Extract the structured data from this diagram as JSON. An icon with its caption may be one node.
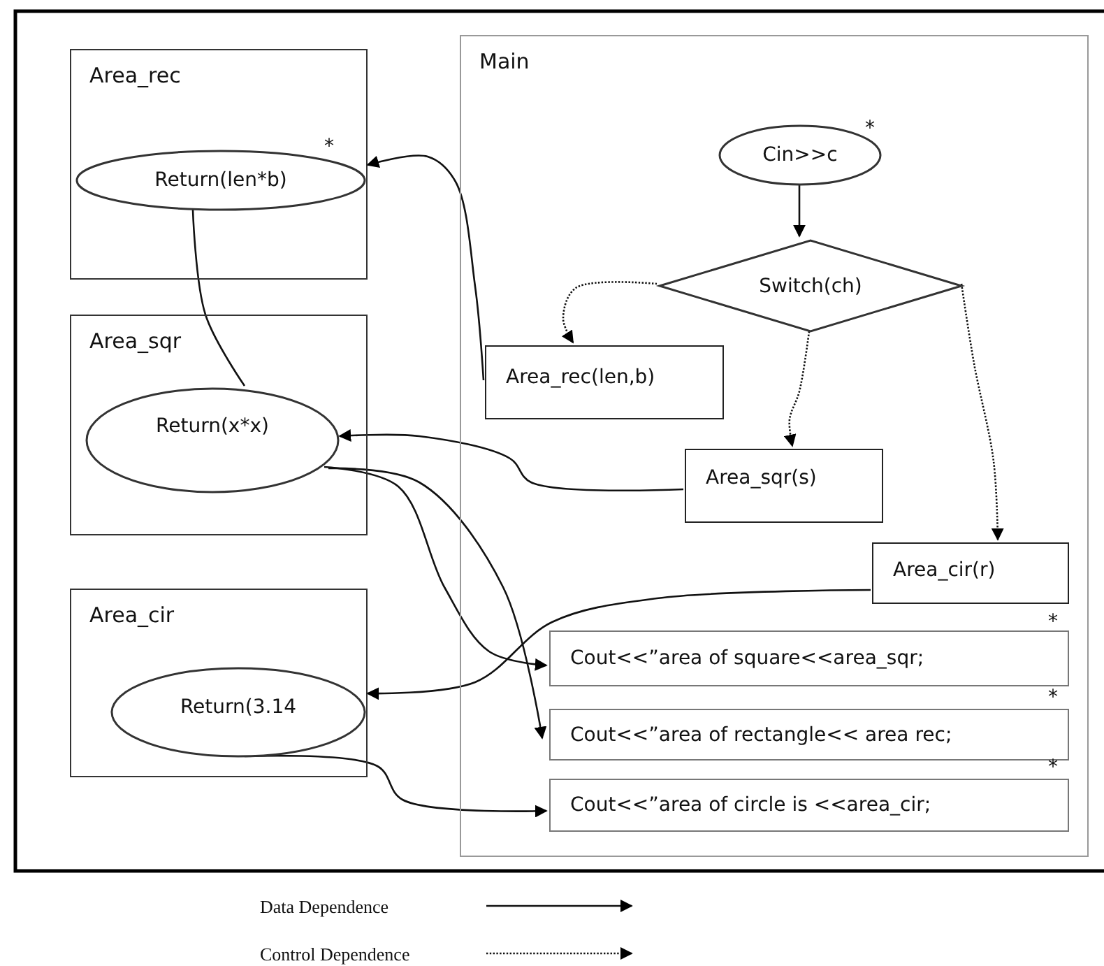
{
  "diagram": {
    "nodes": [
      {
        "text": [
          "Area_rec"
        ]
      },
      {
        "text": [
          "Return(len*b)"
        ],
        "in": 0,
        "beside": [
          "*"
        ]
      },
      {
        "text": [
          "Area_sqr"
        ]
      },
      {
        "text": [
          "Return(x*x)"
        ],
        "in": 2
      },
      {
        "text": [
          "Area_cir"
        ]
      },
      {
        "text": [
          "Return(3.14"
        ],
        "in": 4
      },
      {
        "text": [
          "Main"
        ]
      },
      {
        "text": [
          "Cin>>c"
        ],
        "in": 6,
        "beside": [
          "*"
        ]
      },
      {
        "text": [
          "Switch(ch)"
        ],
        "in": 6
      },
      {
        "text": [
          "Area_rec(len,b)"
        ],
        "in": 6
      },
      {
        "text": [
          "Area_sqr(s)"
        ],
        "in": 6
      },
      {
        "text": [
          "Area_cir(r)"
        ],
        "in": 6
      },
      {
        "text": [
          "Cout<<”area of square<<area_sqr;"
        ],
        "in": 6,
        "beside": [
          "*"
        ]
      },
      {
        "text": [
          "Cout<<”area of rectangle<< area   rec;"
        ],
        "in": 6,
        "beside": [
          "*"
        ]
      },
      {
        "text": [
          "Cout<<”area of circle is <<area_cir;"
        ],
        "in": 6,
        "beside": [
          "*"
        ]
      }
    ],
    "edges": [
      {
        "from": 9,
        "to": 1,
        "arrow": "to"
      },
      {
        "from": 1,
        "to": 3,
        "arrow": "none"
      },
      {
        "from": 10,
        "to": 3,
        "arrow": "to"
      },
      {
        "from": 3,
        "to": 12,
        "arrow": "to"
      },
      {
        "from": 3,
        "to": 13,
        "arrow": "to"
      },
      {
        "from": 11,
        "to": 5,
        "arrow": "to"
      },
      {
        "from": 5,
        "to": 14,
        "arrow": "to"
      },
      {
        "from": 7,
        "to": 8,
        "arrow": "to"
      },
      {
        "from": 8,
        "to": 9,
        "arrow": "to",
        "style": "dashed"
      },
      {
        "from": 8,
        "to": 10,
        "arrow": "to",
        "style": "dashed"
      },
      {
        "from": 8,
        "to": 11,
        "arrow": "to",
        "style": "dashed"
      }
    ],
    "legend": [
      {
        "text": "Data Dependence"
      },
      {
        "text": "Control Dependence"
      }
    ]
  }
}
